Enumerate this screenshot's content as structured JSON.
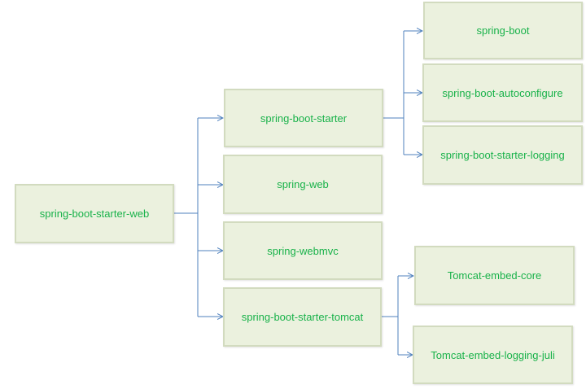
{
  "nodes": {
    "root": "spring-boot-starter-web",
    "starter": "spring-boot-starter",
    "web": "spring-web",
    "webmvc": "spring-webmvc",
    "tomcat_starter": "spring-boot-starter-tomcat",
    "boot": "spring-boot",
    "autoconfigure": "spring-boot-autoconfigure",
    "logging": "spring-boot-starter-logging",
    "tomcat_core": "Tomcat-embed-core",
    "tomcat_juli": "Tomcat-embed-logging-juli"
  },
  "colors": {
    "box_fill": "#ebf1de",
    "box_border": "#d2dbbf",
    "text": "#19b24a",
    "connector": "#4f81bd"
  }
}
